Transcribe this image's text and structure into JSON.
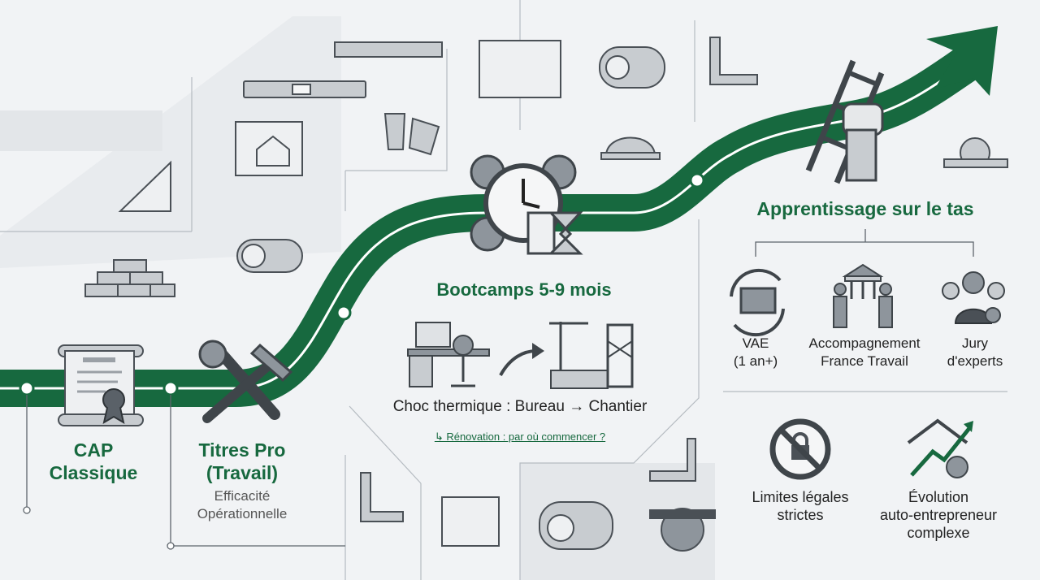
{
  "stages": [
    {
      "title_line1": "CAP",
      "title_line2": "Classique"
    },
    {
      "title_line1": "Titres Pro",
      "title_line2": "(Travail)",
      "subtitle_line1": "Efficacité",
      "subtitle_line2": "Opérationnelle"
    },
    {
      "title": "Bootcamps 5-9 mois",
      "caption": "Choc thermique : Bureau → Chantier",
      "link": "↳ Rénovation : par où commencer ?"
    },
    {
      "title": "Apprentissage sur le tas"
    }
  ],
  "options": [
    {
      "line1": "VAE",
      "line2": "(1 an+)",
      "icon": "folder-cycle-icon"
    },
    {
      "line1": "Accompagnement",
      "line2": "France Travail",
      "icon": "institution-handshake-icon"
    },
    {
      "line1": "Jury",
      "line2": "d'experts",
      "icon": "experts-group-icon"
    }
  ],
  "constraints": [
    {
      "line1": "Limites légales",
      "line2": "strictes",
      "icon": "lock-prohibited-icon"
    },
    {
      "line1": "Évolution",
      "line2": "auto-entrepreneur",
      "line3": "complexe",
      "icon": "house-growth-question-icon"
    }
  ],
  "colors": {
    "accent": "#17693f",
    "background": "#f1f3f5",
    "icon_gray": "#8e959c",
    "icon_dark": "#4a5056"
  }
}
